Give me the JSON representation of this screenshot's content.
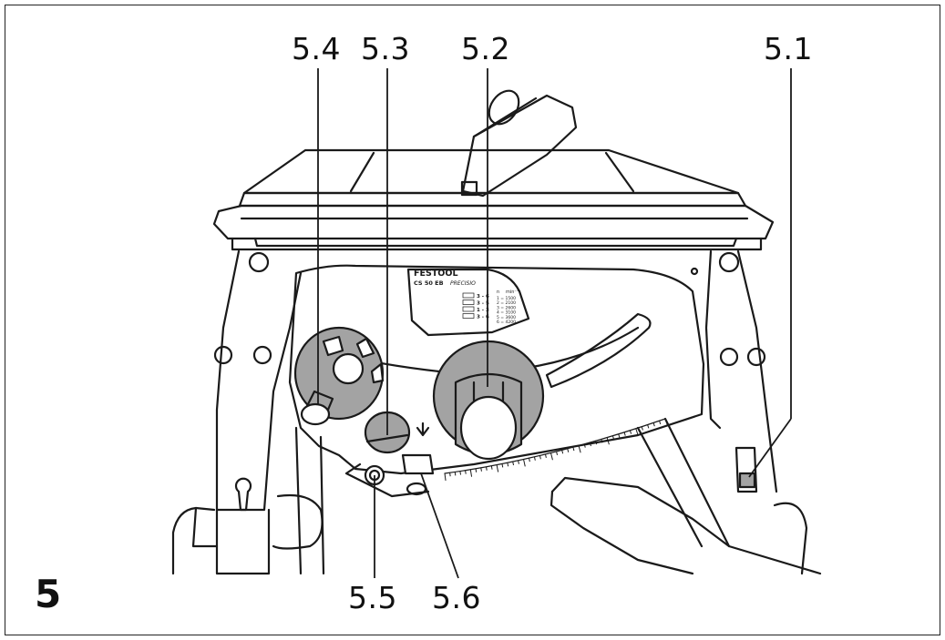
{
  "figure": {
    "number": "5"
  },
  "callouts": {
    "c54": "5.4",
    "c53": "5.3",
    "c52": "5.2",
    "c51": "5.1",
    "c55": "5.5",
    "c56": "5.6"
  },
  "panel": {
    "brand": "FESTOOL",
    "model": "CS 50 EB",
    "series": "PRECISIO",
    "table_header_left": "n",
    "table_header_right": "min⁻¹",
    "settings": [
      "3 - 6",
      "3 - 5",
      "1 - 3",
      "3 - 6"
    ],
    "speeds": [
      "1 = 1500",
      "2 = 2100",
      "3 = 2600",
      "4 = 3100",
      "5 = 3600",
      "6 = 4200"
    ]
  },
  "colors": {
    "accent_gray": "#a3a3a3",
    "line": "#1a1a1a",
    "background": "#ffffff"
  }
}
